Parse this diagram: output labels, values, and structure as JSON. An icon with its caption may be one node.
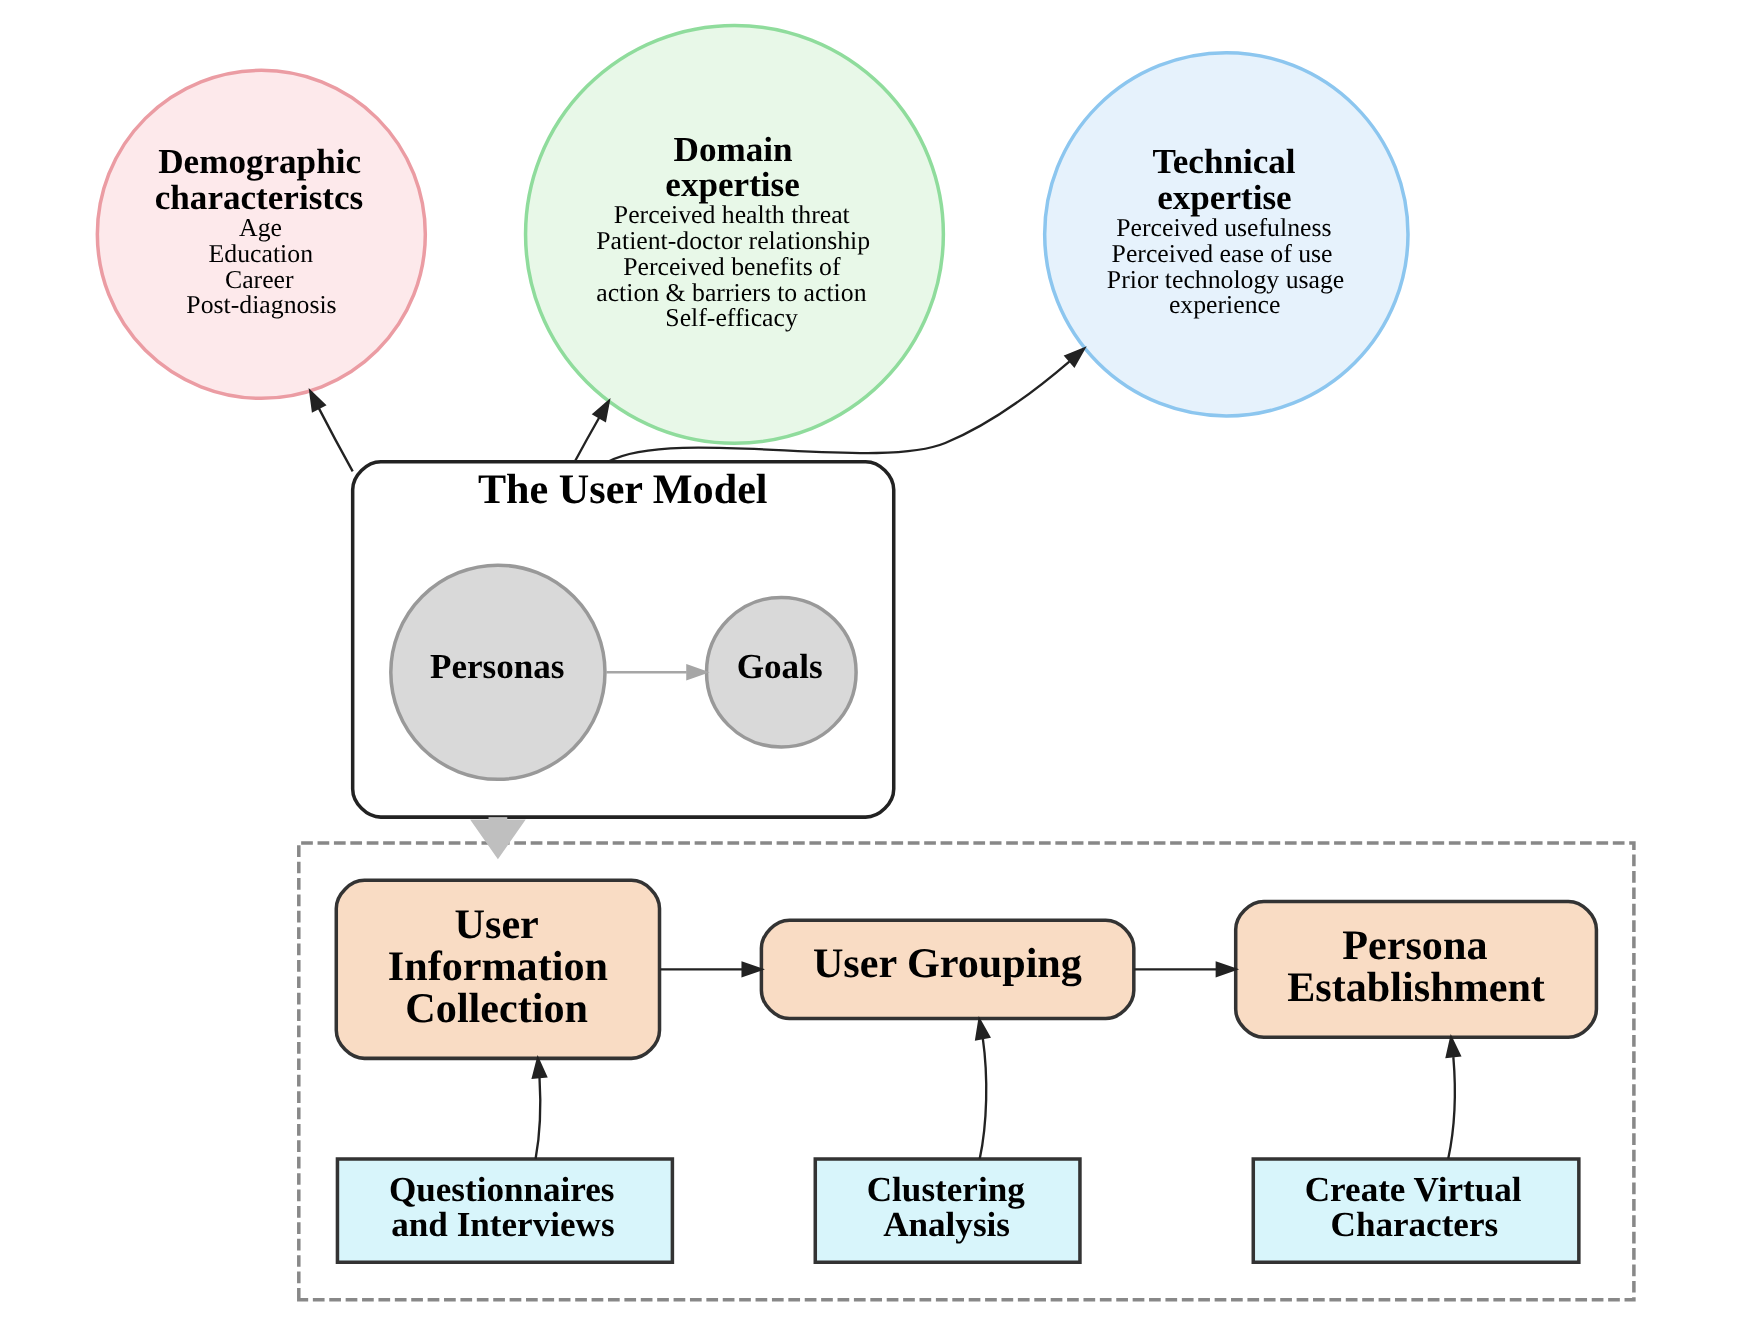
{
  "diagram": {
    "nodes": [
      {
        "text": [
          "Demographic characteristcs",
          "Age",
          "Education",
          "Career",
          "Post-diagnosis"
        ]
      },
      {
        "text": [
          "Domain expertise",
          "Perceived health threat",
          "Patient-doctor relationship",
          "Perceived benefits of action & barriers to action",
          "Self-efficacy"
        ]
      },
      {
        "text": [
          "Technical expertise",
          "Perceived usefulness",
          "Perceived ease of use",
          "Prior technology usage experience"
        ]
      },
      {
        "text": [
          "The User Model"
        ]
      },
      {
        "text": [
          "Personas"
        ],
        "in": 3
      },
      {
        "text": [
          "Goals"
        ],
        "in": 3
      },
      {
        "text": [],
        "shape": "box"
      },
      {
        "text": [
          "User Information Collection"
        ],
        "in": 6
      },
      {
        "text": [
          "User Grouping"
        ],
        "in": 6
      },
      {
        "text": [
          "Persona Establishment"
        ],
        "in": 6
      },
      {
        "text": [
          "Questionnaires and Interviews"
        ],
        "in": 6
      },
      {
        "text": [
          "Clustering Analysis"
        ],
        "in": 6
      },
      {
        "text": [
          "Create Virtual Characters"
        ],
        "in": 6
      }
    ],
    "edges": [
      {
        "from": 3,
        "to": 0,
        "arrow": "to"
      },
      {
        "from": 3,
        "to": 1,
        "arrow": "to"
      },
      {
        "from": 3,
        "to": 2,
        "arrow": "to"
      },
      {
        "from": 4,
        "to": 5,
        "arrow": "to",
        "color": "#a6a6a6"
      },
      {
        "from": 3,
        "to": 6,
        "arrow": "to",
        "style": "thick",
        "color": "#bfbfbf"
      },
      {
        "from": 7,
        "to": 8,
        "arrow": "to"
      },
      {
        "from": 8,
        "to": 9,
        "arrow": "to"
      },
      {
        "from": 10,
        "to": 7,
        "arrow": "to"
      },
      {
        "from": 11,
        "to": 8,
        "arrow": "to"
      },
      {
        "from": 12,
        "to": 9,
        "arrow": "to"
      }
    ]
  }
}
